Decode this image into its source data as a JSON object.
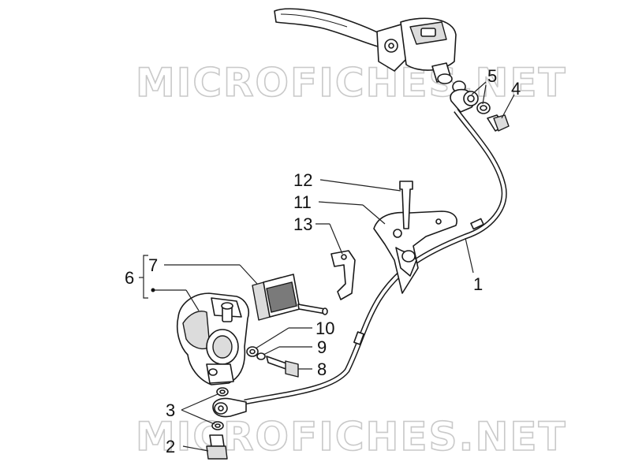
{
  "watermark": {
    "text": "MICROFICHES.NET"
  },
  "callouts": {
    "c1": "1",
    "c2": "2",
    "c3": "3",
    "c4": "4",
    "c5": "5",
    "c6": "6",
    "c7": "7",
    "c8": "8",
    "c9": "9",
    "c10": "10",
    "c11": "11",
    "c12": "12",
    "c13": "13"
  }
}
